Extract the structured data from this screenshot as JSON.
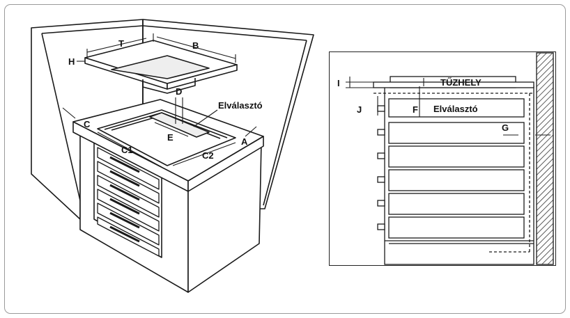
{
  "left": {
    "labels": {
      "t": "T",
      "b": "B",
      "h": "H",
      "d": "D",
      "e": "E",
      "c": "C",
      "c1": "C1",
      "c2": "C2",
      "a": "A",
      "divider": "Elválasztó"
    }
  },
  "right": {
    "labels": {
      "hob": "TŰZHELY",
      "divider": "Elválasztó",
      "i": "I",
      "j": "J",
      "f": "F",
      "g": "G"
    }
  },
  "colors": {
    "line": "#1a1a1a",
    "frame": "#9a9a9a",
    "hatch": "#333333"
  }
}
